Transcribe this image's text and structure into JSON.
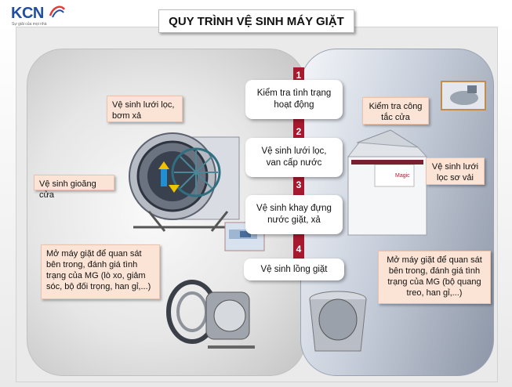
{
  "logo": {
    "text": "KCN",
    "tagline": "Sự giải của mọi nhà",
    "brand_color": "#1f4ea3"
  },
  "title": "QUY TRÌNH VỆ SINH MÁY GIẶT",
  "steps": [
    {
      "number": "1",
      "label": "Kiểm tra tình trạng hoạt động"
    },
    {
      "number": "2",
      "label": "Vệ sinh lưới lọc, van cấp nước"
    },
    {
      "number": "3",
      "label": "Vệ sinh khay đựng nước giặt, xả"
    },
    {
      "number": "4",
      "label": "Vệ sinh lồng giặt"
    }
  ],
  "left_callouts": {
    "filter_pump": "Vệ sinh lưới lọc, bơm xả",
    "door_gasket": "Vệ sinh gioăng cửa",
    "inspect_front": "Mở máy giặt để quan sát bên trong, đánh giá tình trạng của MG (lò xo, giảm sóc, bộ đối trọng, han gỉ,...)"
  },
  "right_callouts": {
    "door_switch": "Kiểm tra công tắc cửa",
    "lint_filter": "Vệ sinh lưới lọc sơ vải",
    "inspect_top": "Mở máy giặt để quan sát bên trong, đánh giá tình trạng của MG (bộ quang treo, han gỉ,...)"
  },
  "colors": {
    "ribbon": "#a6192e",
    "callout": "#fbe4d5"
  }
}
